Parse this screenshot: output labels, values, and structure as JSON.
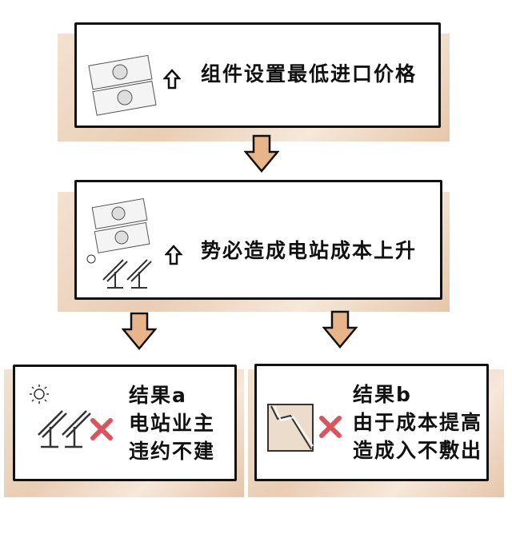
{
  "step1": {
    "text": "组件设置最低进口价格",
    "icons": [
      "money-icon",
      "up-arrow-icon"
    ]
  },
  "step2": {
    "text": "势必造成电站成本上升",
    "icons": [
      "money-icon",
      "solar-panel-icon",
      "up-arrow-icon"
    ]
  },
  "result_a": {
    "title": "结果a",
    "line1": "电站业主",
    "line2": "违约不建",
    "icons": [
      "solar-panel-icon",
      "cross-icon"
    ]
  },
  "result_b": {
    "title": "结果b",
    "line1": "由于成本提高",
    "line2": "造成入不敷出",
    "icons": [
      "broken-land-icon",
      "cross-icon"
    ]
  },
  "colors": {
    "arrow": "#e8b48a",
    "cross": "#d9545c",
    "shadow": "#e9cdb4"
  }
}
